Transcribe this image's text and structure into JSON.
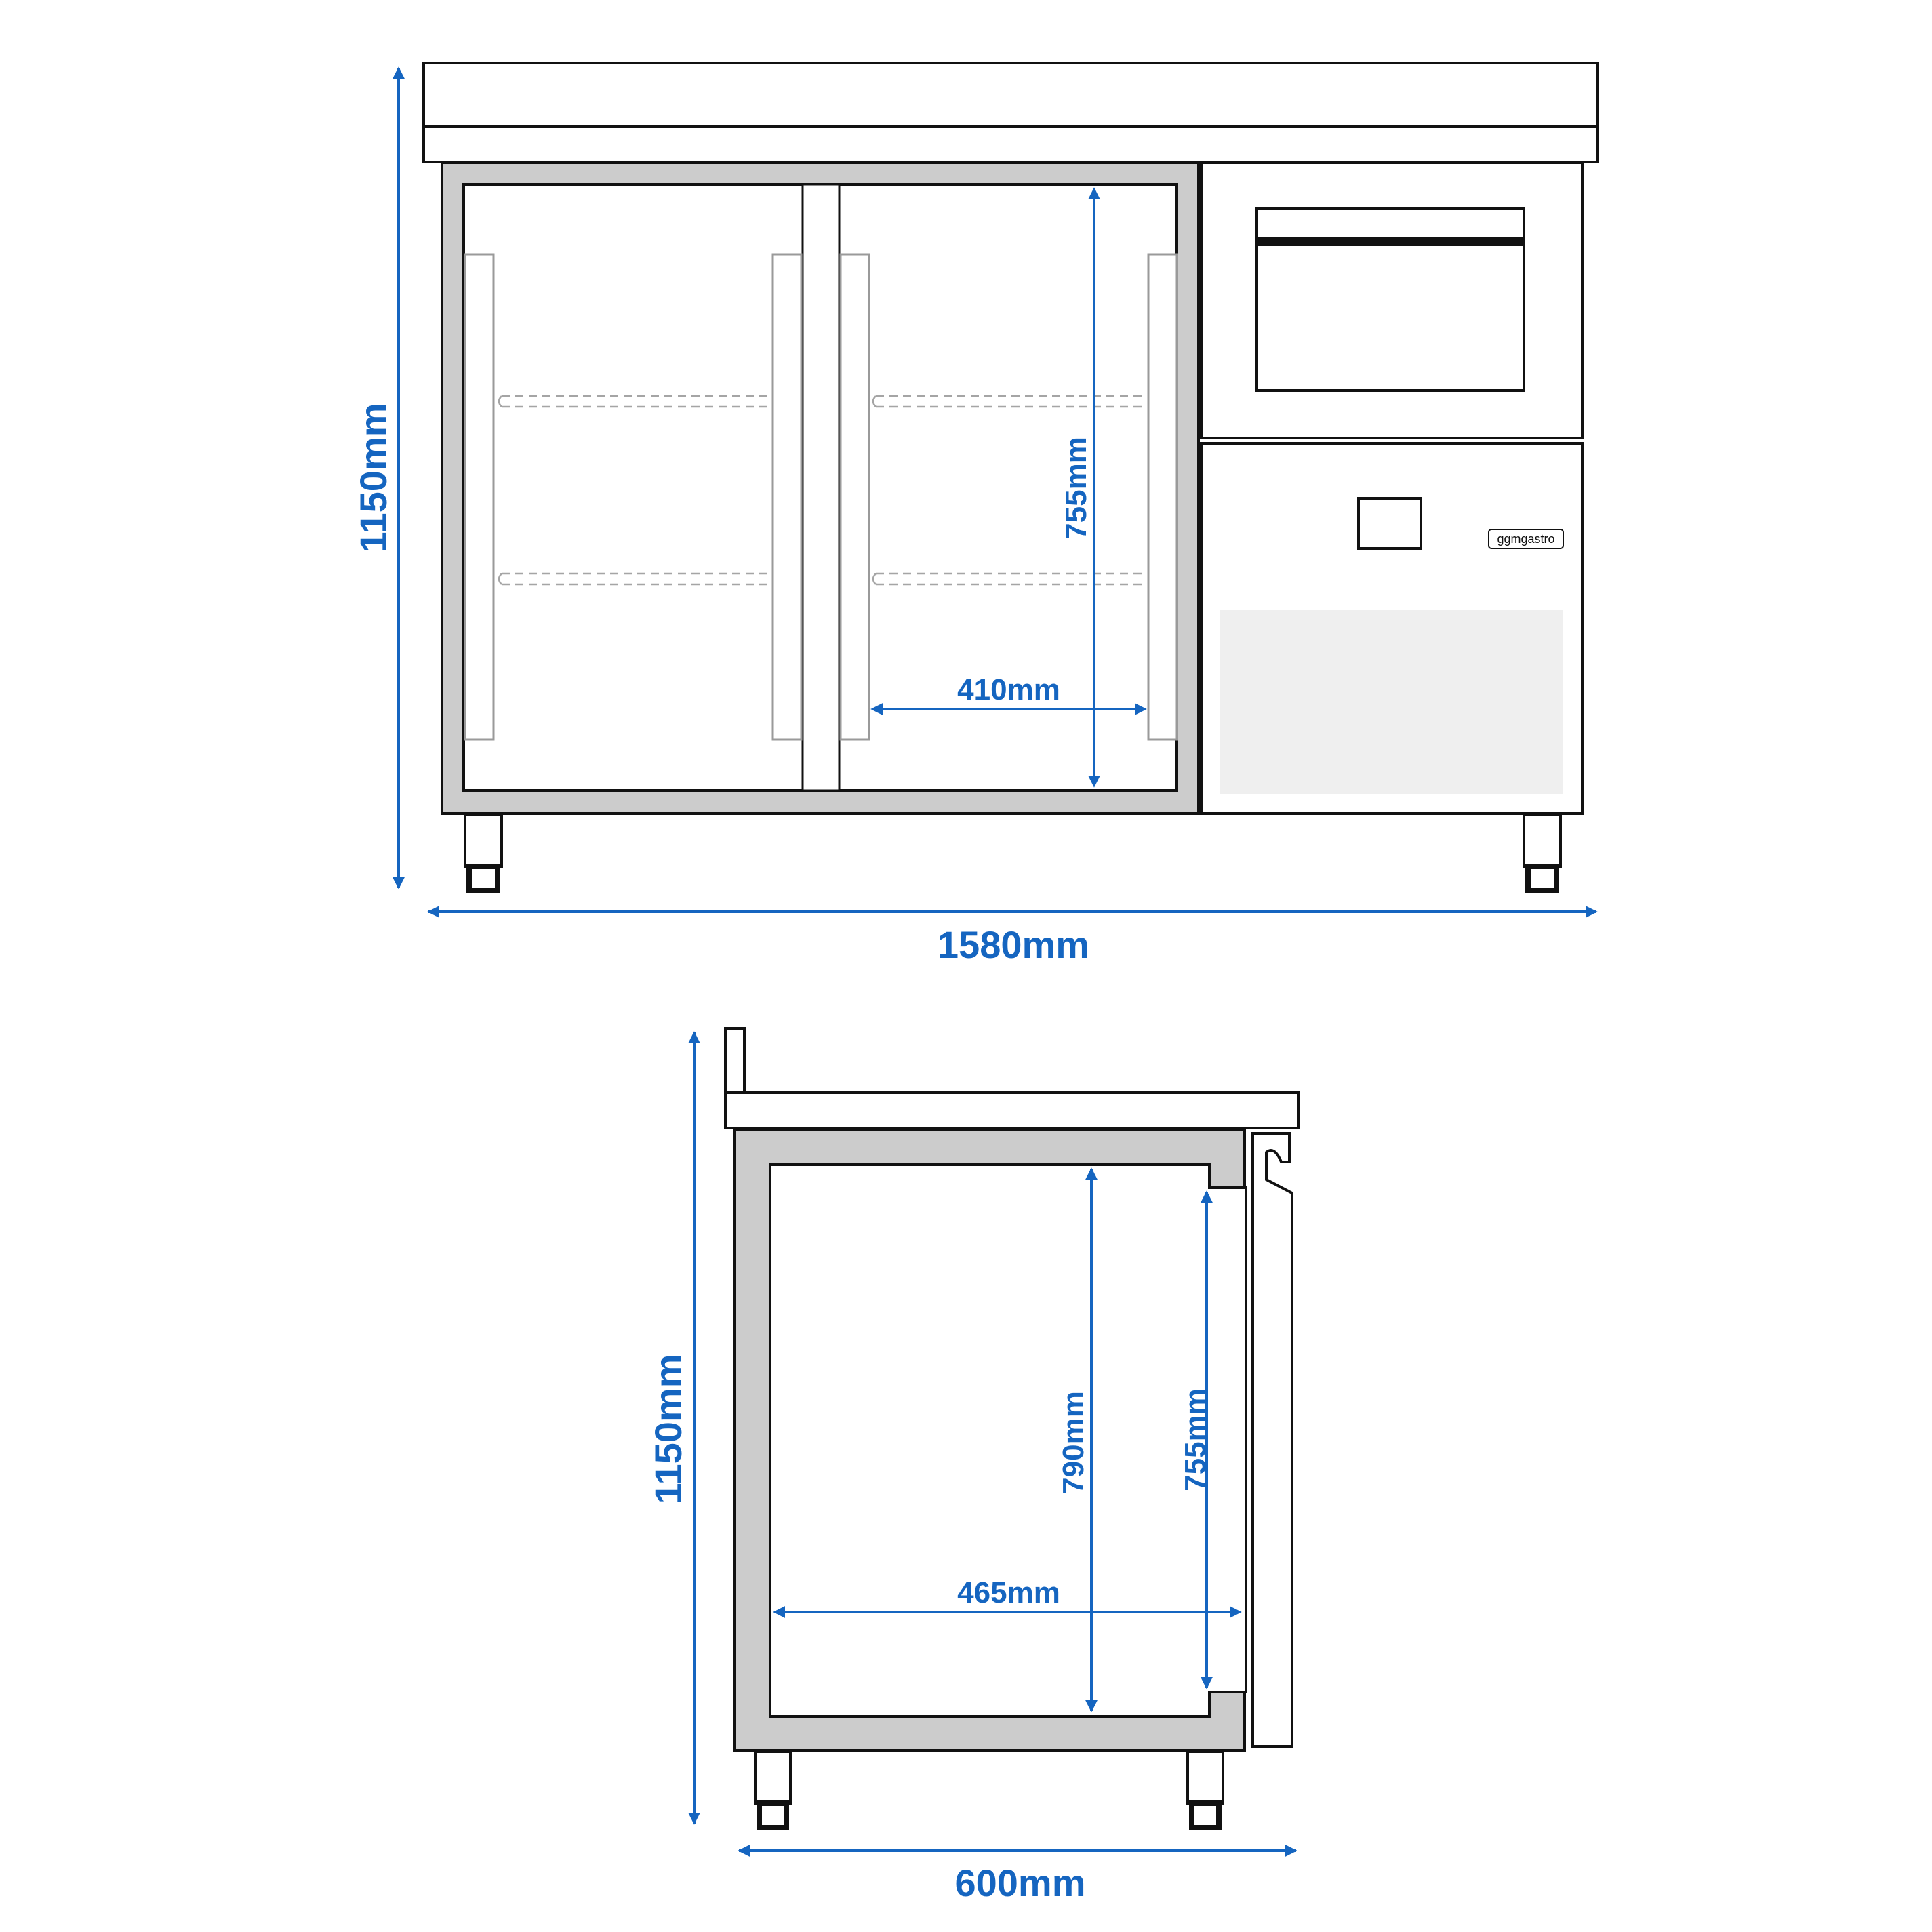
{
  "front_view": {
    "total_height": "1150mm",
    "total_width": "1580mm",
    "door_opening_height": "755mm",
    "door_opening_width": "410mm",
    "brand_logo": "ggmgastro"
  },
  "side_view": {
    "total_height": "1150mm",
    "depth": "600mm",
    "interior_height": "790mm",
    "door_opening_height": "755mm",
    "interior_depth": "465mm"
  },
  "colors": {
    "dimension": "#1565c0",
    "outline": "#111111",
    "frame": "#cccccc"
  }
}
